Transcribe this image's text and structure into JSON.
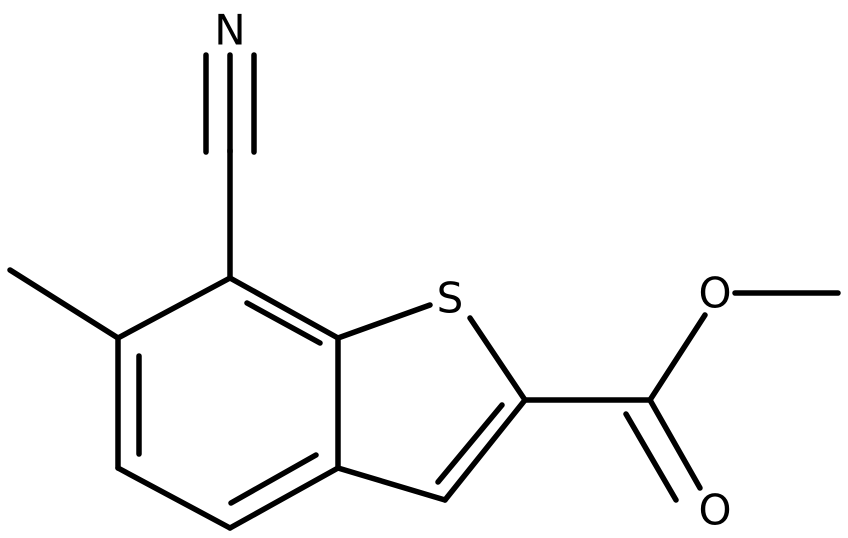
{
  "diagram": {
    "type": "chemical-structure",
    "atoms": [
      {
        "id": "N1",
        "label": "N"
      },
      {
        "id": "S1",
        "label": "S"
      },
      {
        "id": "O1",
        "label": "O"
      },
      {
        "id": "O2",
        "label": "O"
      }
    ]
  }
}
